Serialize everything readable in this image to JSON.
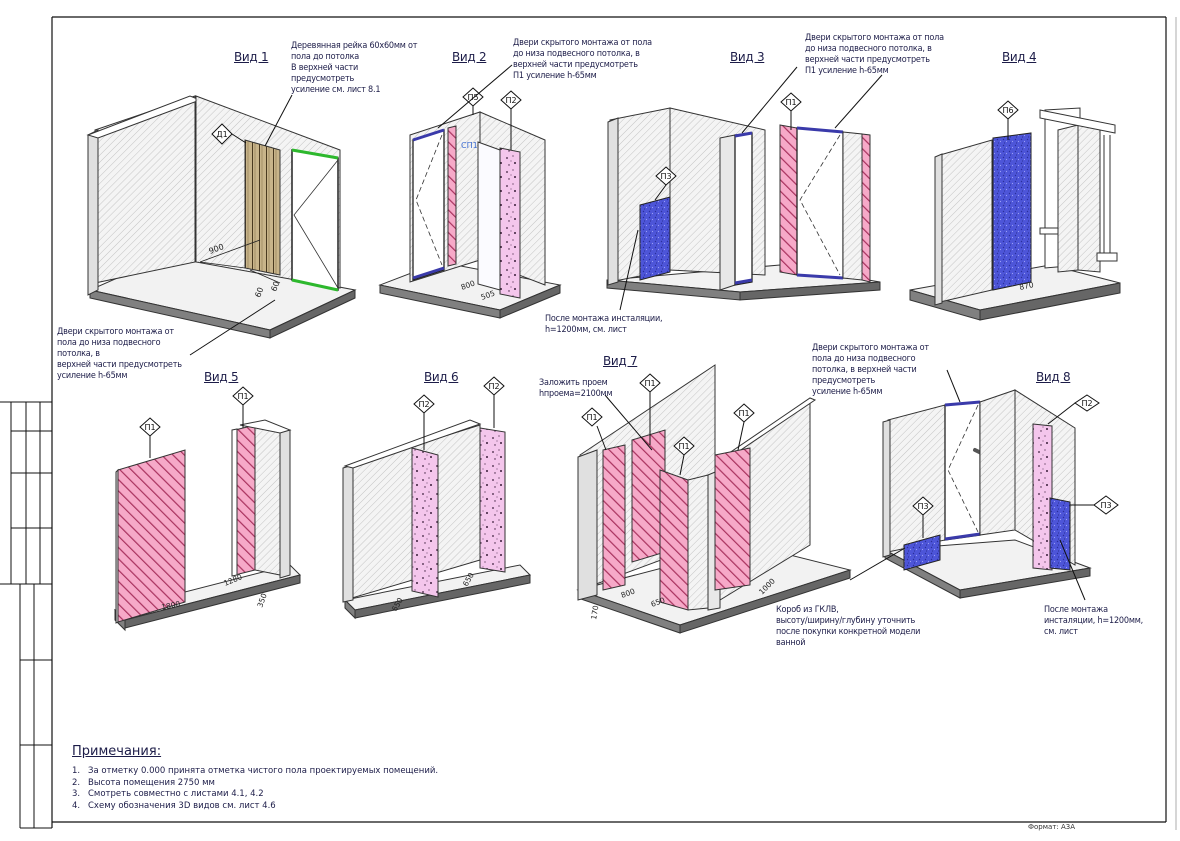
{
  "views": [
    {
      "title": "Вид 1",
      "tags": [
        "Д1"
      ],
      "dims": [
        "900",
        "60",
        "60"
      ]
    },
    {
      "title": "Вид 2",
      "tags": [
        "П5",
        "П2"
      ],
      "dims": [
        "800",
        "505"
      ],
      "extra_label": "СП1"
    },
    {
      "title": "Вид 3",
      "tags": [
        "П1",
        "П3"
      ],
      "dims": []
    },
    {
      "title": "Вид 4",
      "tags": [
        "П6"
      ],
      "dims": [
        "870"
      ]
    },
    {
      "title": "Вид 5",
      "tags": [
        "П1",
        "П1"
      ],
      "dims": [
        "1800",
        "1280",
        "350"
      ]
    },
    {
      "title": "Вид 6",
      "tags": [
        "П2",
        "П2"
      ],
      "dims": [
        "650",
        "650"
      ]
    },
    {
      "title": "Вид 7",
      "tags": [
        "П1",
        "П1",
        "П1",
        "П1"
      ],
      "dims": [
        "170",
        "800",
        "650",
        "1000"
      ]
    },
    {
      "title": "Вид 8",
      "tags": [
        "П2",
        "П3",
        "П3"
      ],
      "dims": []
    }
  ],
  "callouts": {
    "v1_slats": "Деревянная рейка 60х60мм от\nпола до потолка\nВ верхней части\nпредусмотреть\nусиление см. лист  8.1",
    "v2_door": "Двери скрытого монтажа от пола\nдо низа подвесного потолка, в\nверхней части предусмотреть\nП1 усиление h-65мм",
    "v3_door": "Двери скрытого монтажа от пола\nдо низа подвесного потолка, в\nверхней части предусмотреть\nП1 усиление h-65мм",
    "v1_door": "Двери скрытого монтажа от\nпола до низа подвесного\nпотолка, в\nверхней части предусмотреть\nусиление h-65мм",
    "v3_install": "После монтажа инсталяции,\nh=1200мм, см. лист",
    "v7_opening": "Заложить проем\nhпроема=2100мм",
    "v8_door": "Двери скрытого монтажа от\nпола до низа подвесного\nпотолка, в верхней части\nпредусмотреть\nусиление h-65мм",
    "v7_box": "Короб из ГКЛВ,\nвысоту/ширину/глубину уточнить\nпосле покупки конкретной модели\nванной",
    "v8_install": "После монтажа\nинсталяции, h=1200мм,\nсм. лист"
  },
  "notes": {
    "title": "Примечания:",
    "items": [
      "За отметку 0.000 принята отметка чистого пола проектируемых помещений.",
      "Высота помещения 2750 мм",
      "Смотреть совместно с листами 4.1, 4.2",
      "Схему обозначения 3D видов см. лист 4.6"
    ]
  },
  "format_label": "Формат: А3А",
  "colors": {
    "pink_panel": "#e87aa6",
    "pink_speckle": "#f2c3ea",
    "blue_panel": "#4a4fd0",
    "green_frame": "#2db82d",
    "wood": "#b9a57a",
    "wall": "#f3f3f3",
    "slab": "#8a8a8a",
    "ink": "#1c1c48"
  }
}
